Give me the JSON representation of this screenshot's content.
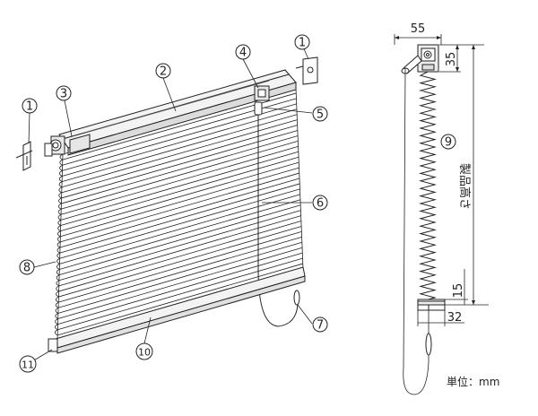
{
  "callouts": {
    "c1": "1",
    "c2": "2",
    "c3": "3",
    "c4": "4",
    "c5": "5",
    "c6": "6",
    "c7": "7",
    "c8": "8",
    "c9": "9",
    "c10": "10",
    "c11": "11"
  },
  "dimensions": {
    "width": "55",
    "head_height": "35",
    "product_height": "製品高さ",
    "bottom_offset": "15",
    "bottom_depth": "32"
  },
  "unit_label": "単位：mm",
  "colors": {
    "line": "#222222",
    "fabric": "#ffffff",
    "rail": "#f0f0f0"
  }
}
